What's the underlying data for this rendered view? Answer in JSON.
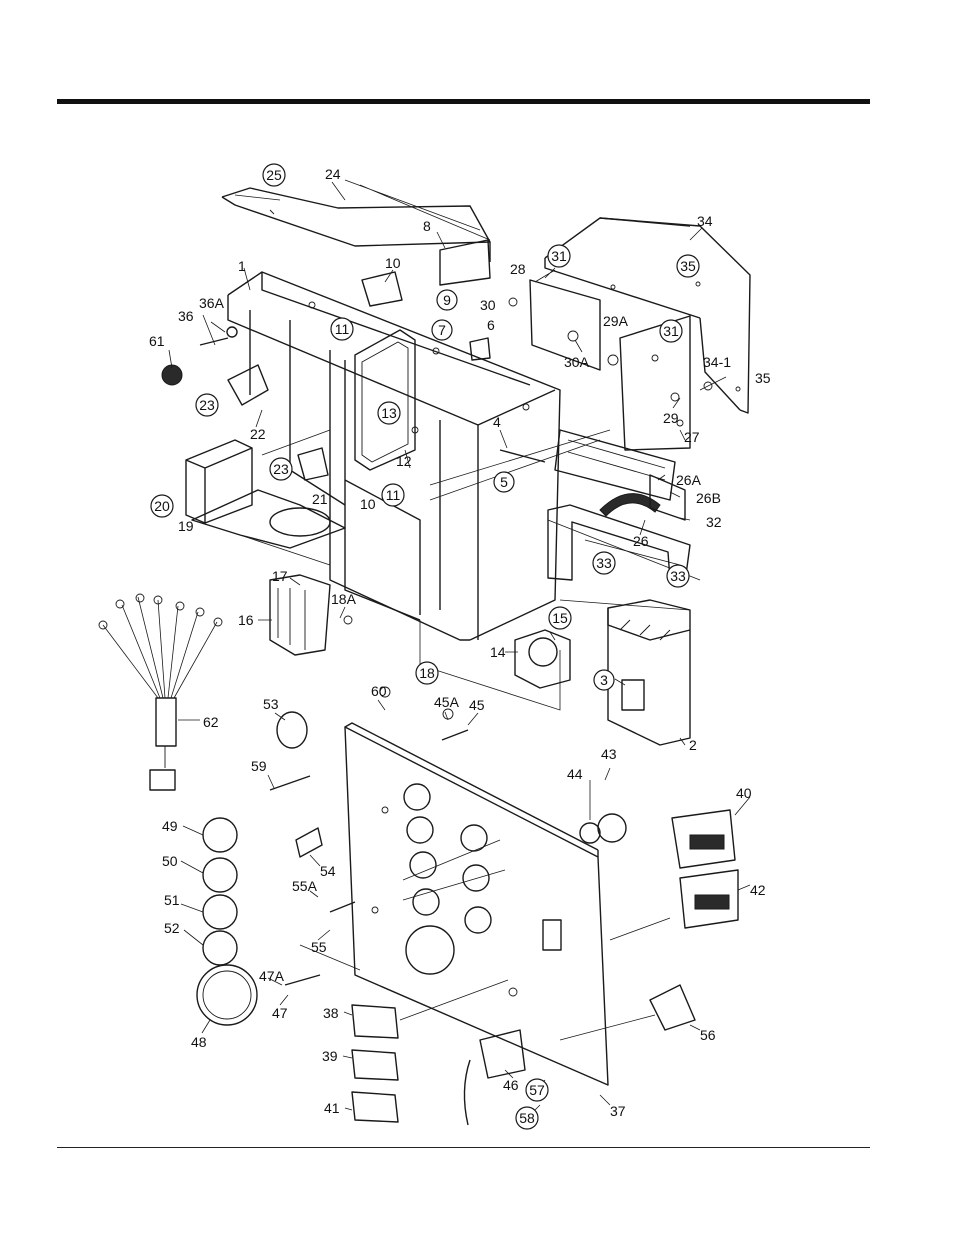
{
  "callouts": [
    {
      "id": "c-25",
      "label": "25",
      "circled": true
    },
    {
      "id": "c-24",
      "label": "24",
      "circled": false
    },
    {
      "id": "c-8",
      "label": "8",
      "circled": false
    },
    {
      "id": "c-34",
      "label": "34",
      "circled": false
    },
    {
      "id": "c-10a",
      "label": "10",
      "circled": false
    },
    {
      "id": "c-1",
      "label": "1",
      "circled": false
    },
    {
      "id": "c-9",
      "label": "9",
      "circled": true
    },
    {
      "id": "c-31a",
      "label": "31",
      "circled": true
    },
    {
      "id": "c-28",
      "label": "28",
      "circled": false
    },
    {
      "id": "c-35a",
      "label": "35",
      "circled": true
    },
    {
      "id": "c-36a",
      "label": "36A",
      "circled": false
    },
    {
      "id": "c-36",
      "label": "36",
      "circled": false
    },
    {
      "id": "c-11a",
      "label": "11",
      "circled": true
    },
    {
      "id": "c-7",
      "label": "7",
      "circled": true
    },
    {
      "id": "c-6",
      "label": "6",
      "circled": false
    },
    {
      "id": "c-30",
      "label": "30",
      "circled": false
    },
    {
      "id": "c-29a",
      "label": "29A",
      "circled": false
    },
    {
      "id": "c-31b",
      "label": "31",
      "circled": true
    },
    {
      "id": "c-61",
      "label": "61",
      "circled": false
    },
    {
      "id": "c-30a",
      "label": "30A",
      "circled": false
    },
    {
      "id": "c-34-1",
      "label": "34-1",
      "circled": false
    },
    {
      "id": "c-35b",
      "label": "35",
      "circled": false
    },
    {
      "id": "c-23a",
      "label": "23",
      "circled": true
    },
    {
      "id": "c-13",
      "label": "13",
      "circled": true
    },
    {
      "id": "c-29",
      "label": "29",
      "circled": false
    },
    {
      "id": "c-22",
      "label": "22",
      "circled": false
    },
    {
      "id": "c-4",
      "label": "4",
      "circled": false
    },
    {
      "id": "c-27",
      "label": "27",
      "circled": false
    },
    {
      "id": "c-12",
      "label": "12",
      "circled": false
    },
    {
      "id": "c-23b",
      "label": "23",
      "circled": true
    },
    {
      "id": "c-5",
      "label": "5",
      "circled": true
    },
    {
      "id": "c-26a",
      "label": "26A",
      "circled": false
    },
    {
      "id": "c-11b",
      "label": "11",
      "circled": true
    },
    {
      "id": "c-26b",
      "label": "26B",
      "circled": false
    },
    {
      "id": "c-20",
      "label": "20",
      "circled": true
    },
    {
      "id": "c-21",
      "label": "21",
      "circled": false
    },
    {
      "id": "c-10b",
      "label": "10",
      "circled": false
    },
    {
      "id": "c-32",
      "label": "32",
      "circled": false
    },
    {
      "id": "c-19",
      "label": "19",
      "circled": false
    },
    {
      "id": "c-26",
      "label": "26",
      "circled": false
    },
    {
      "id": "c-33a",
      "label": "33",
      "circled": true
    },
    {
      "id": "c-33b",
      "label": "33",
      "circled": true
    },
    {
      "id": "c-17",
      "label": "17",
      "circled": false
    },
    {
      "id": "c-18a",
      "label": "18A",
      "circled": false
    },
    {
      "id": "c-16",
      "label": "16",
      "circled": false
    },
    {
      "id": "c-15",
      "label": "15",
      "circled": true
    },
    {
      "id": "c-14",
      "label": "14",
      "circled": false
    },
    {
      "id": "c-3",
      "label": "3",
      "circled": true
    },
    {
      "id": "c-18",
      "label": "18",
      "circled": true
    },
    {
      "id": "c-2",
      "label": "2",
      "circled": false
    },
    {
      "id": "c-60",
      "label": "60",
      "circled": false
    },
    {
      "id": "c-45a",
      "label": "45A",
      "circled": false
    },
    {
      "id": "c-45",
      "label": "45",
      "circled": false
    },
    {
      "id": "c-53",
      "label": "53",
      "circled": false
    },
    {
      "id": "c-62",
      "label": "62",
      "circled": false
    },
    {
      "id": "c-43",
      "label": "43",
      "circled": false
    },
    {
      "id": "c-40",
      "label": "40",
      "circled": false
    },
    {
      "id": "c-44",
      "label": "44",
      "circled": false
    },
    {
      "id": "c-59",
      "label": "59",
      "circled": false
    },
    {
      "id": "c-49",
      "label": "49",
      "circled": false
    },
    {
      "id": "c-50",
      "label": "50",
      "circled": false
    },
    {
      "id": "c-54",
      "label": "54",
      "circled": false
    },
    {
      "id": "c-42",
      "label": "42",
      "circled": false
    },
    {
      "id": "c-55a",
      "label": "55A",
      "circled": false
    },
    {
      "id": "c-51",
      "label": "51",
      "circled": false
    },
    {
      "id": "c-52",
      "label": "52",
      "circled": false
    },
    {
      "id": "c-55",
      "label": "55",
      "circled": false
    },
    {
      "id": "c-47a",
      "label": "47A",
      "circled": false
    },
    {
      "id": "c-47",
      "label": "47",
      "circled": false
    },
    {
      "id": "c-38",
      "label": "38",
      "circled": false
    },
    {
      "id": "c-56",
      "label": "56",
      "circled": false
    },
    {
      "id": "c-48",
      "label": "48",
      "circled": false
    },
    {
      "id": "c-39",
      "label": "39",
      "circled": false
    },
    {
      "id": "c-46",
      "label": "46",
      "circled": false
    },
    {
      "id": "c-57",
      "label": "57",
      "circled": true
    },
    {
      "id": "c-41",
      "label": "41",
      "circled": false
    },
    {
      "id": "c-37",
      "label": "37",
      "circled": false
    },
    {
      "id": "c-58",
      "label": "58",
      "circled": true
    }
  ]
}
